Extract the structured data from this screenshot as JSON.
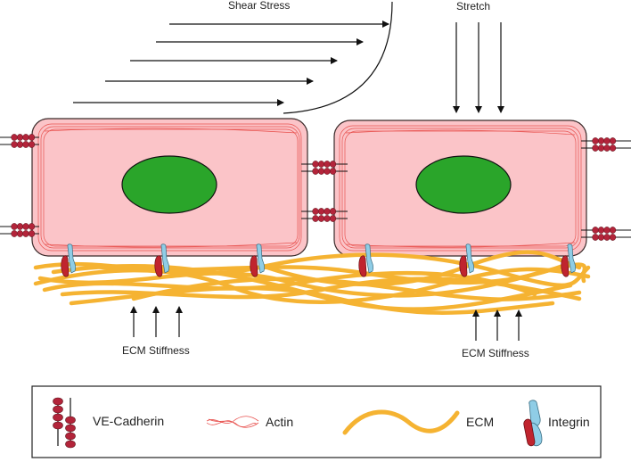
{
  "labels": {
    "shear_stress": "Shear Stress",
    "stretch": "Stretch",
    "ecm_stiffness_left": "ECM Stiffness",
    "ecm_stiffness_right": "ECM Stiffness"
  },
  "legend": {
    "items": [
      {
        "label": "VE-Cadherin",
        "icon": "ve-cadherin-icon"
      },
      {
        "label": "Actin",
        "icon": "actin-icon"
      },
      {
        "label": "ECM",
        "icon": "ecm-icon"
      },
      {
        "label": "Integrin",
        "icon": "integrin-icon"
      }
    ]
  },
  "colors": {
    "cell_fill": "#fbc4c8",
    "cell_stroke": "#3a2a2a",
    "actin": "#e8524f",
    "nucleus": "#2aa52a",
    "cadherin": "#b3243a",
    "ecm": "#f5b332",
    "integrin_blue": "#8fcde6",
    "integrin_red": "#c0242e"
  }
}
